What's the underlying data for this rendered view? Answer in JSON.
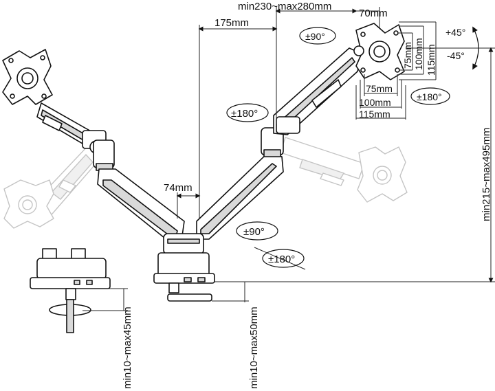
{
  "diagram": {
    "labels": {
      "arm_extension": "min230~max280mm",
      "vesa_offset": "70mm",
      "arm_reach": "175mm",
      "pole_gap": "74mm",
      "height": "min215~max495mm",
      "grommet_thickness": "min10~max45mm",
      "clamp_thickness": "min10~max50mm",
      "vesa_75_h": "75mm",
      "vesa_100_h": "100mm",
      "vesa_115_h": "115mm",
      "vesa_75_w": "75mm",
      "vesa_100_w": "100mm",
      "vesa_115_w": "115mm",
      "tilt_up": "+45°",
      "tilt_down": "-45°",
      "swivel_head": "±90°",
      "rotate_screen": "±180°",
      "swivel_elbow": "±180°",
      "swivel_base": "±90°",
      "swivel_arm_base": "±180°"
    }
  }
}
